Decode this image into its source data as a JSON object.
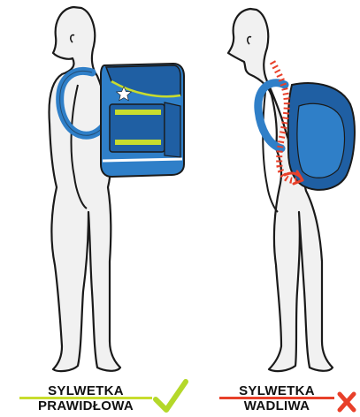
{
  "captions": {
    "correct": {
      "line1": "SYLWETKA",
      "line2": "PRAWIDŁOWA"
    },
    "wrong": {
      "line1": "SYLWETKA",
      "line2": "WADLIWA"
    }
  },
  "colors": {
    "background": "#ffffff",
    "body_fill": "#f1f1f1",
    "outline": "#1a1a1a",
    "backpack_blue": "#2f7fc8",
    "backpack_dark": "#1f5fa3",
    "reflective_yellow": "#c8dc2e",
    "spine_red": "#e8402a",
    "check_green": "#b4d82a",
    "cross_red": "#e8402a"
  },
  "icons": {
    "correct": "check-mark-icon",
    "wrong": "cross-mark-icon",
    "backpack_badge": "star-icon"
  }
}
